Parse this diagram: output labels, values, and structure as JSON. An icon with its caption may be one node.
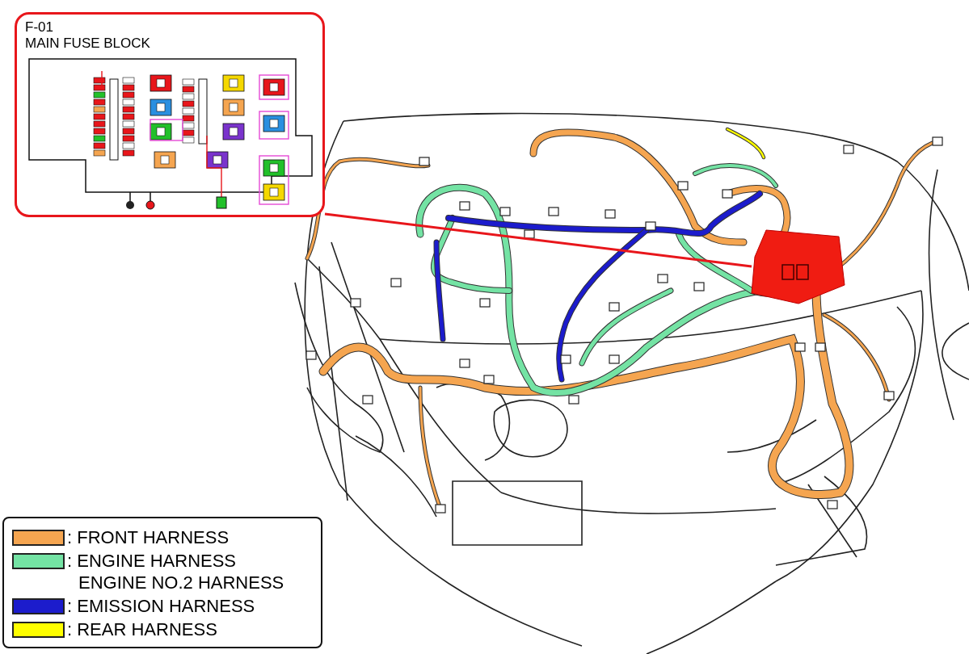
{
  "diagram": {
    "nodes": [
      {
        "text": [
          "F-01",
          "MAIN FUSE BLOCK"
        ]
      },
      {
        "text": [],
        "shape": "box"
      }
    ],
    "edges": [
      {
        "from": 0,
        "to": 1,
        "arrow": "none"
      }
    ],
    "legend": [
      {
        "text": ": FRONT HARNESS",
        "color": "#f5a550"
      },
      {
        "text": ": ENGINE HARNESS ENGINE NO.2 HARNESS",
        "color": "#74e3a4"
      },
      {
        "text": ": EMISSION HARNESS",
        "color": "#1c1ccc"
      },
      {
        "text": ": REAR HARNESS",
        "color": "#ffff00"
      }
    ]
  }
}
